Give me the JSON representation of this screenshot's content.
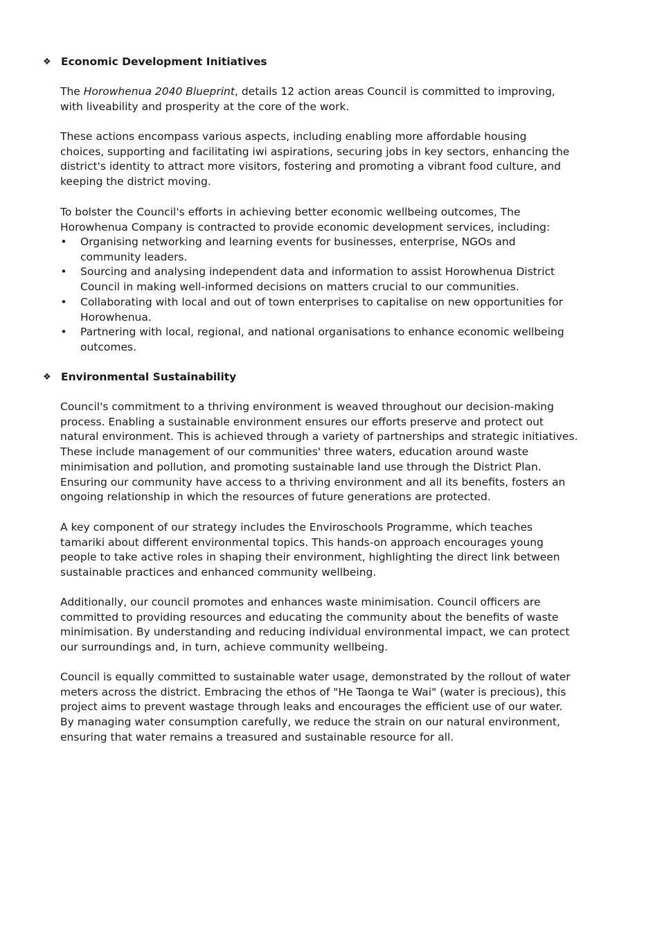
{
  "sections": [
    {
      "heading": "Economic Development Initiatives",
      "intro_prefix": "The ",
      "intro_italic": "Horowhenua 2040 Blueprint",
      "intro_line1_suffix": ", details 12 action areas Council is committed to improving,",
      "intro_line2": "with liveability and prosperity at the core of the work.",
      "para2": [
        "These actions encompass various aspects, including enabling more affordable housing",
        "choices, supporting and facilitating iwi aspirations, securing jobs in key sectors, enhancing the",
        "district's identity to attract more visitors, fostering and promoting a vibrant food culture, and",
        "keeping the district moving."
      ],
      "para3": [
        "To bolster the Council's efforts in achieving better economic wellbeing outcomes, The",
        "Horowhenua Company is contracted to provide economic development services, including:"
      ],
      "bullets": [
        [
          "Organising networking and learning events for businesses, enterprise, NGOs and",
          "community leaders."
        ],
        [
          "Sourcing and analysing independent data and information to assist Horowhenua District",
          "Council in making well-informed decisions on matters crucial to our communities."
        ],
        [
          "Collaborating with local and out of town enterprises to capitalise on new opportunities for",
          "Horowhenua."
        ],
        [
          "Partnering with local, regional, and national organisations to enhance economic wellbeing",
          "outcomes."
        ]
      ]
    },
    {
      "heading": "Environmental Sustainability",
      "paragraphs": [
        [
          "Council's commitment to a thriving environment is weaved throughout our decision-making",
          "process. Enabling a sustainable environment ensures our efforts preserve and protect out",
          "natural environment. This is achieved through a variety of partnerships and strategic initiatives.",
          "These include management of our communities' three waters, education around waste",
          "minimisation and pollution, and promoting sustainable land use through the District Plan.",
          "Ensuring our community have access to a thriving environment and all its benefits, fosters an",
          "ongoing relationship in which the resources of future generations are protected."
        ],
        [
          "A key component of our strategy includes the Enviroschools Programme, which teaches",
          "tamariki about different environmental topics.  This hands-on approach encourages young",
          "people to take active roles in shaping their environment, highlighting the direct link between",
          "sustainable practices and enhanced community wellbeing."
        ],
        [
          "Additionally, our council promotes and enhances waste minimisation. Council officers are",
          "committed to providing resources and educating the community about the benefits of waste",
          "minimisation. By understanding and reducing individual environmental impact, we can protect",
          "our surroundings and, in turn, achieve community wellbeing."
        ],
        [
          "Council is equally committed to sustainable water usage, demonstrated by the rollout of water",
          "meters across the district. Embracing the ethos of \"He Taonga te Wai\" (water is precious), this",
          "project aims to prevent wastage through leaks and encourages the efficient use of our water.",
          "By managing water consumption carefully, we reduce the strain on our natural environment,",
          "ensuring that water remains a treasured and sustainable resource for all."
        ]
      ]
    }
  ],
  "icons": {
    "heading_bullet": "diamond-dots-icon",
    "list_bullet": "bullet-dot-icon"
  }
}
